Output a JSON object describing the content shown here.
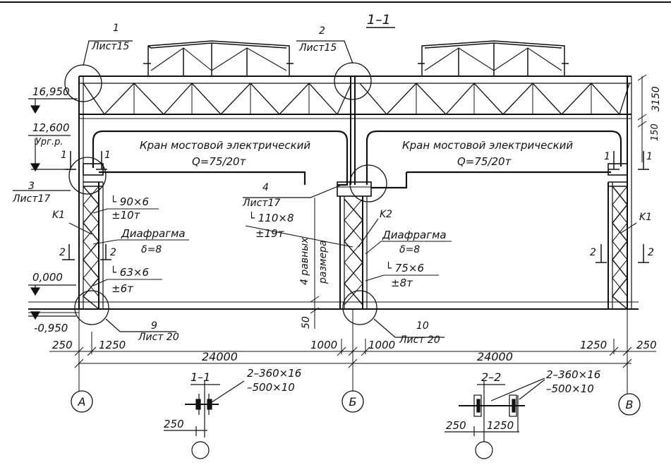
{
  "section_title": "1–1",
  "elevations": {
    "top": "16,950",
    "crane": "12,600",
    "crane_note": "Ург.р.",
    "ground": "0,000",
    "bottom": "-0,950"
  },
  "cranes": [
    {
      "name": "Кран мостовой электрический",
      "capacity": "Q=75/20т"
    },
    {
      "name": "Кран мостовой электрический",
      "capacity": "Q=75/20т"
    }
  ],
  "callouts": [
    {
      "num": "1",
      "sheet": "Лист15"
    },
    {
      "num": "2",
      "sheet": "Лист15"
    },
    {
      "num": "3",
      "sheet": "Лист17"
    },
    {
      "num": "4",
      "sheet": "Лист17"
    },
    {
      "num": "9",
      "sheet": "Лист 20"
    },
    {
      "num": "10",
      "sheet": "Лист 20"
    }
  ],
  "columns": {
    "k1_left": "K1",
    "k2": "K2",
    "k1_right": "K1"
  },
  "profiles": {
    "left_upper": "└ 90×6",
    "left_upper_force": "±10т",
    "left_lower": "└ 63×6",
    "left_lower_force": "±6т",
    "mid_upper": "└ 110×8",
    "mid_upper_force": "±19т",
    "mid_lower": "└ 75×6",
    "mid_lower_force": "±8т"
  },
  "diaphragm": {
    "label": "Диафрагма",
    "thickness": "δ=8"
  },
  "section_marks": {
    "one": "1",
    "two": "2"
  },
  "vertical_note": {
    "line1": "4 равных",
    "line2": "размера"
  },
  "dims": {
    "roof_depth": "3150",
    "beam_gap": "150",
    "base_height": "50",
    "d250": "250",
    "d1250": "1250",
    "d1000": "1000",
    "span": "24000"
  },
  "axes": [
    "А",
    "Б",
    "В"
  ],
  "details": [
    {
      "title": "1–1",
      "plate1": "2–360×16",
      "plate2": "–500×10",
      "dim1": "250",
      "dim2": ""
    },
    {
      "title": "2–2",
      "plate1": "2–360×16",
      "plate2": "–500×10",
      "dim1": "250",
      "dim2": "1250"
    }
  ]
}
